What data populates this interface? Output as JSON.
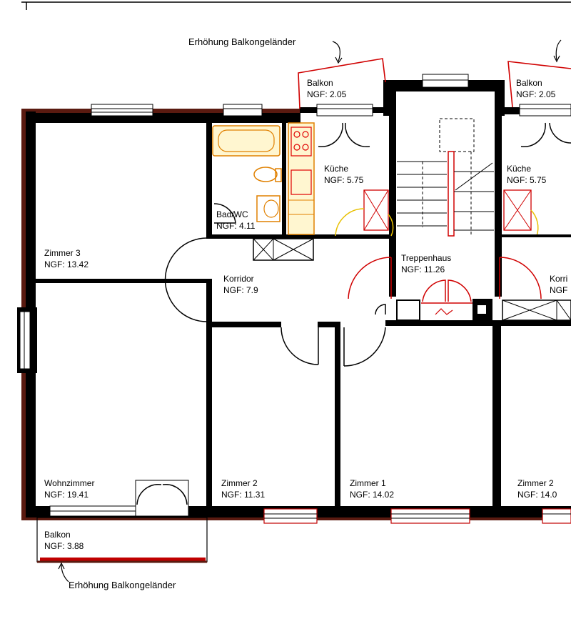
{
  "rooms": [
    {
      "name": "Zimmer 3",
      "area": "NGF: 13.42"
    },
    {
      "name": "Bad/WC",
      "area": "NGF: 4.11"
    },
    {
      "name": "Küche",
      "area": "NGF: 5.75"
    },
    {
      "name": "Korridor",
      "area": "NGF: 7.9"
    },
    {
      "name": "Treppenhaus",
      "area": "NGF: 11.26"
    },
    {
      "name": "Wohnzimmer",
      "area": "NGF: 19.41"
    },
    {
      "name": "Zimmer 2",
      "area": "NGF: 11.31"
    },
    {
      "name": "Zimmer 1",
      "area": "NGF: 14.02"
    },
    {
      "name": "Balkon",
      "area": "NGF: 2.05"
    },
    {
      "name": "Balkon",
      "area": "NGF: 3.88"
    },
    {
      "name": "Küche",
      "area": "NGF: 5.75"
    },
    {
      "name": "Balkon",
      "area": "NGF: 2.05"
    },
    {
      "name": "Zimmer 2",
      "area": "NGF: 14.0"
    },
    {
      "name": "Korri",
      "area": "NGF"
    }
  ],
  "annotations": {
    "top_left": "Erhöhung Balkongeländer",
    "bottom_left": "Erhöhung Balkongeländer"
  },
  "colors": {
    "walls": "#000000",
    "outer_facade": "#5a1a10",
    "railing_change": "#c00000",
    "sanitary": "#e08000"
  }
}
